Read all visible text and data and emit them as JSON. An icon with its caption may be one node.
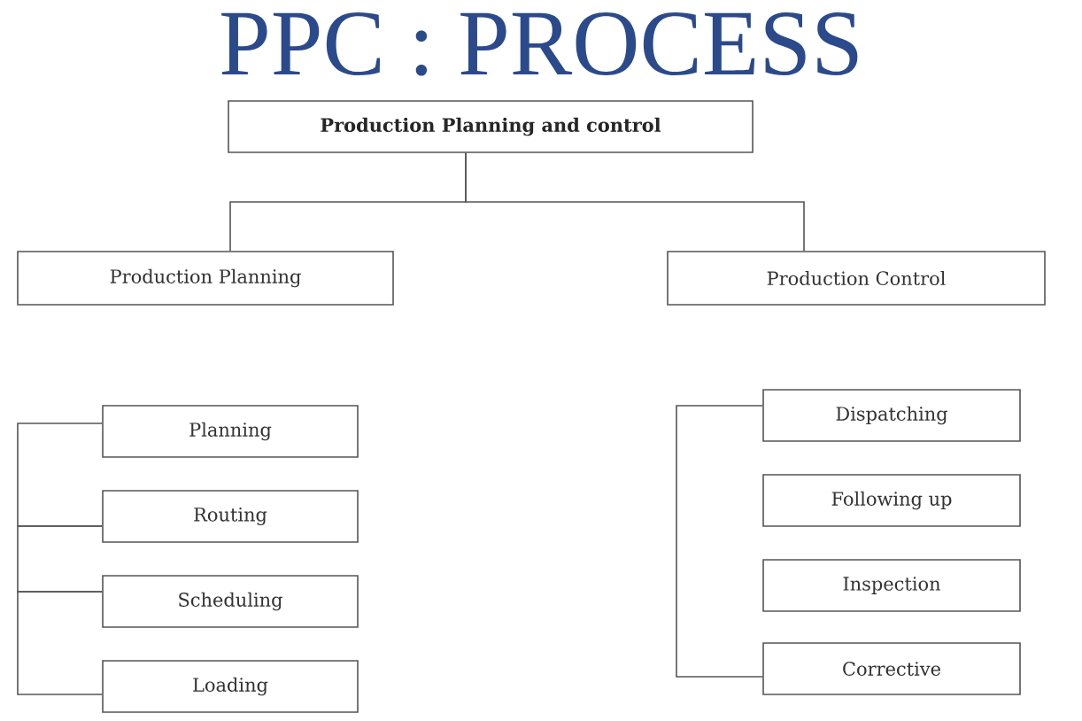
{
  "diagram": {
    "title": "PPC : PROCESS",
    "nodes": [
      {
        "text": [
          "Production Planning and control"
        ]
      },
      {
        "text": [
          "Production Planning"
        ]
      },
      {
        "text": [
          "Production Control"
        ]
      },
      {
        "text": [
          "Planning"
        ]
      },
      {
        "text": [
          "Routing"
        ]
      },
      {
        "text": [
          "Scheduling"
        ]
      },
      {
        "text": [
          "Loading"
        ]
      },
      {
        "text": [
          "Dispatching"
        ]
      },
      {
        "text": [
          "Following up"
        ]
      },
      {
        "text": [
          "Inspection"
        ]
      },
      {
        "text": [
          "Corrective"
        ]
      }
    ],
    "edges": [
      {
        "from": 0,
        "to": 1,
        "arrow": "none"
      },
      {
        "from": 0,
        "to": 2,
        "arrow": "none"
      },
      {
        "from": 3,
        "to": 4,
        "arrow": "none"
      },
      {
        "from": 4,
        "to": 5,
        "arrow": "none"
      },
      {
        "from": 5,
        "to": 6,
        "arrow": "none"
      },
      {
        "from": 7,
        "to": 10,
        "arrow": "none"
      }
    ]
  }
}
